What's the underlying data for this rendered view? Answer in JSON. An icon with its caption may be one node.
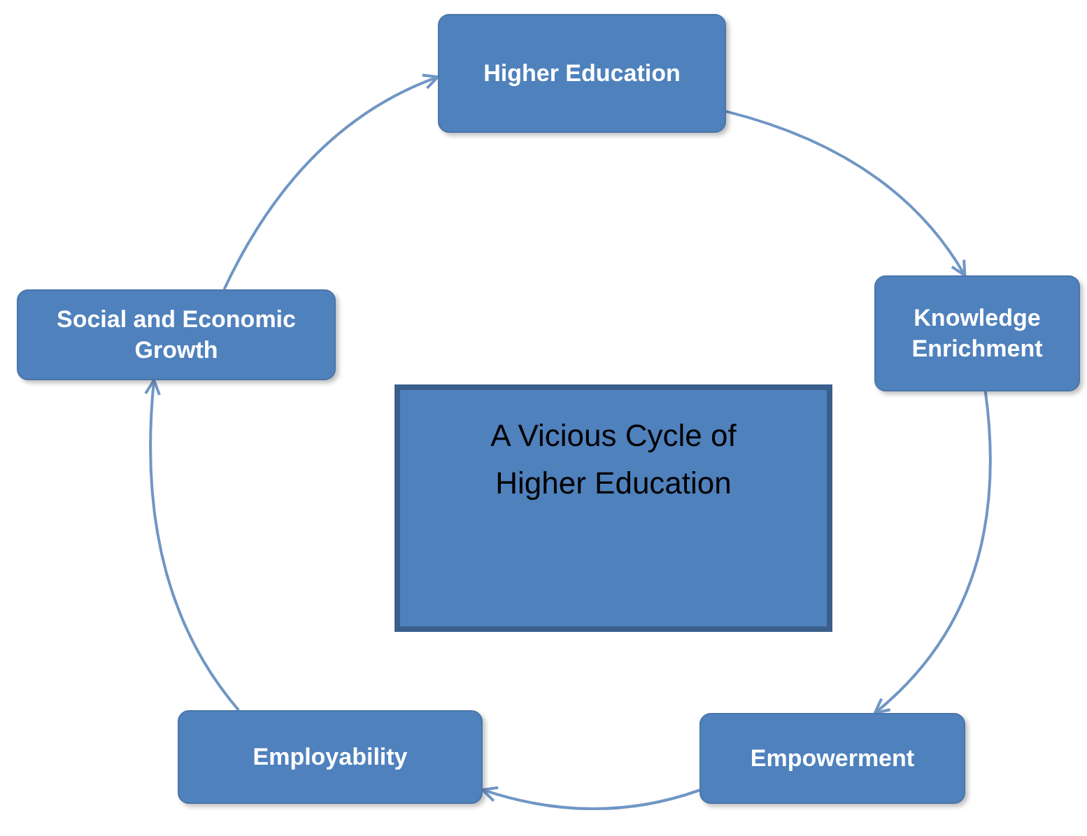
{
  "diagram": {
    "nodes": [
      {
        "text": [
          "Higher Education"
        ]
      },
      {
        "text": [
          "Knowledge Enrichment"
        ]
      },
      {
        "text": [
          "Empowerment"
        ]
      },
      {
        "text": [
          "Employability"
        ]
      },
      {
        "text": [
          "Social and Economic Growth"
        ]
      },
      {
        "text": [
          "A Vicious Cycle of Higher Education"
        ]
      }
    ],
    "edges": [
      {
        "from": 0,
        "to": 1,
        "arrow": "to"
      },
      {
        "from": 1,
        "to": 2,
        "arrow": "to"
      },
      {
        "from": 2,
        "to": 3,
        "arrow": "to"
      },
      {
        "from": 3,
        "to": 4,
        "arrow": "to"
      },
      {
        "from": 4,
        "to": 0,
        "arrow": "to"
      }
    ]
  }
}
